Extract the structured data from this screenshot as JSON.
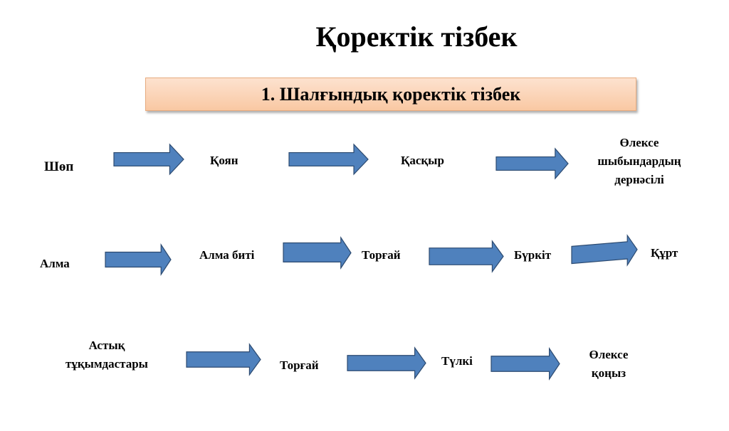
{
  "title": "Қоректік тізбек",
  "banner": "1. Шалғындық қоректік тізбек",
  "chains": [
    {
      "items": [
        "Шөп",
        "Қоян",
        "Қасқыр",
        "Өлексе шыбындардың дернәсілі"
      ]
    },
    {
      "items": [
        "Алма",
        "Алма биті",
        "Торғай",
        "Бүркіт",
        "Құрт"
      ]
    },
    {
      "items": [
        "Астық тұқымдастары",
        "Торғай",
        "Түлкі",
        "Өлексе қоңыз"
      ]
    }
  ],
  "chain3_extra": {
    "line1_a": "Өлексе",
    "line2_a": "шыбындардың",
    "line3_a": "дернәсілі",
    "astyk_1": "Астық",
    "astyk_2": "тұқымдастары",
    "olekse": "Өлексе",
    "konyz": "қоңыз"
  },
  "colors": {
    "arrow_fill": "#4f81bd",
    "arrow_stroke": "#2c4a70",
    "banner": "#f9c8a3"
  }
}
